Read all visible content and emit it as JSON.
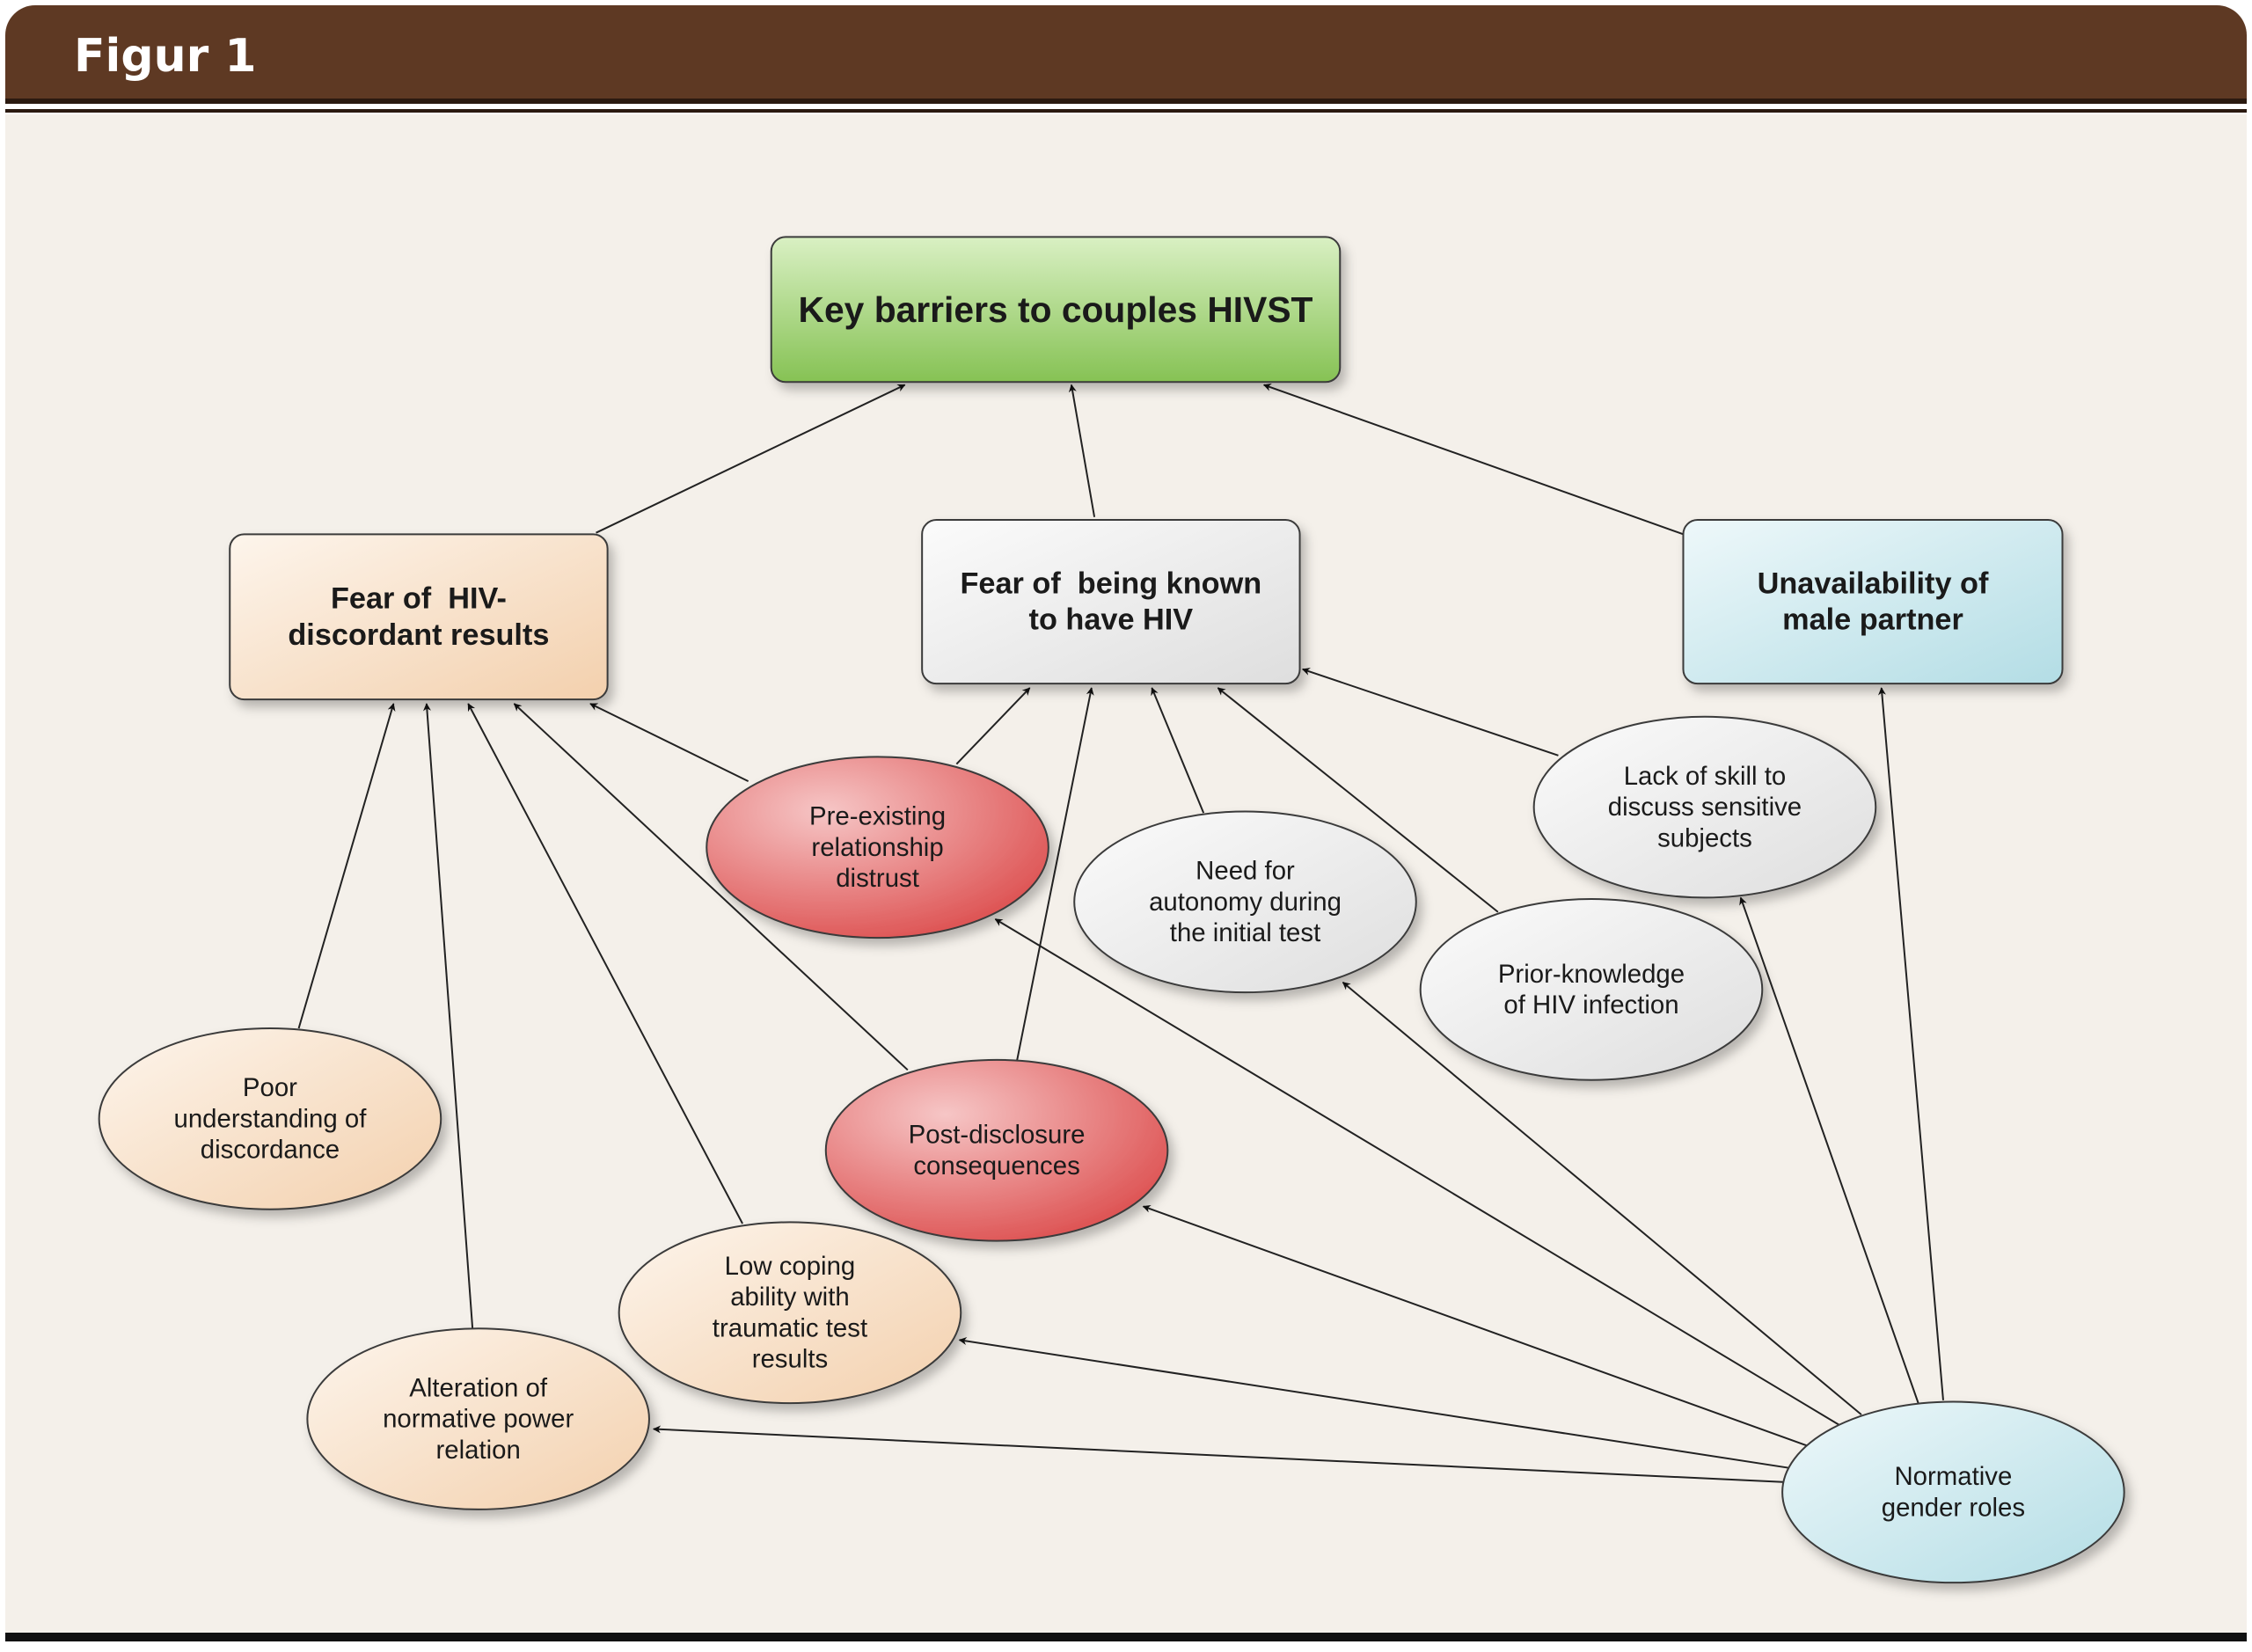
{
  "figure_label": "Figur 1",
  "nodes": {
    "root": [
      "Key barriers to couples HIVST"
    ],
    "fear_discordant": [
      "Fear of  HIV-",
      "discordant results"
    ],
    "fear_known": [
      "Fear of  being known",
      "to have HIV"
    ],
    "unavailability": [
      "Unavailability of",
      "male partner"
    ],
    "distrust": [
      "Pre-existing",
      "relationship",
      "distrust"
    ],
    "autonomy": [
      "Need for",
      "autonomy during",
      "the initial test"
    ],
    "lack_skill": [
      "Lack of skill to",
      "discuss sensitive",
      "subjects"
    ],
    "prior_knowledge": [
      "Prior-knowledge",
      "of HIV infection"
    ],
    "poor_understanding": [
      "Poor",
      "understanding of",
      "discordance"
    ],
    "post_disclosure": [
      "Post-disclosure",
      "consequences"
    ],
    "low_coping": [
      "Low coping",
      "ability with",
      "traumatic test",
      "results"
    ],
    "alteration": [
      "Alteration of",
      "normative power",
      "relation"
    ],
    "normative_gender": [
      "Normative",
      "gender roles"
    ]
  },
  "colors": {
    "header": "#5e3923",
    "panel": "#f4f0ea",
    "root": "#9bd06f",
    "peach": "#f7dcc0",
    "gray": "#ececec",
    "blue": "#c9e7ec",
    "red": "#e86d6d"
  }
}
